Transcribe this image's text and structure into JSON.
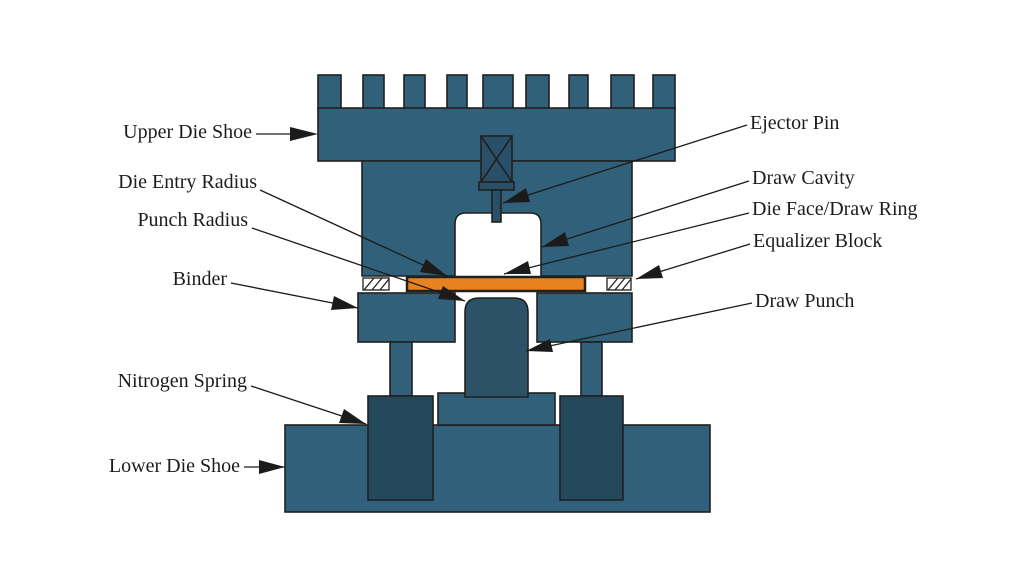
{
  "figure": {
    "type": "labeled technical diagram",
    "subject": "Deep draw die / stamping press tooling cross-section"
  },
  "colors": {
    "background": "#ffffff",
    "body": "#30607a",
    "pin_dark": "#2a5069",
    "punch": "#2b5267",
    "spring": "#23485b",
    "blank": "#e8821f",
    "hatch_bg": "#ffffff",
    "outline": "#20201e",
    "line": "#1b1b1b",
    "label_text": "#1c1c1c"
  },
  "labels": {
    "upper_die_shoe": "Upper Die Shoe",
    "die_entry_radius": "Die Entry Radius",
    "punch_radius": "Punch Radius",
    "binder": "Binder",
    "nitrogen_spring": "Nitrogen Spring",
    "lower_die_shoe": "Lower Die Shoe",
    "ejector_pin": "Ejector Pin",
    "draw_cavity": "Draw Cavity",
    "die_face_draw_ring": "Die Face/Draw Ring",
    "equalizer_block": "Equalizer Block",
    "draw_punch": "Draw Punch"
  }
}
